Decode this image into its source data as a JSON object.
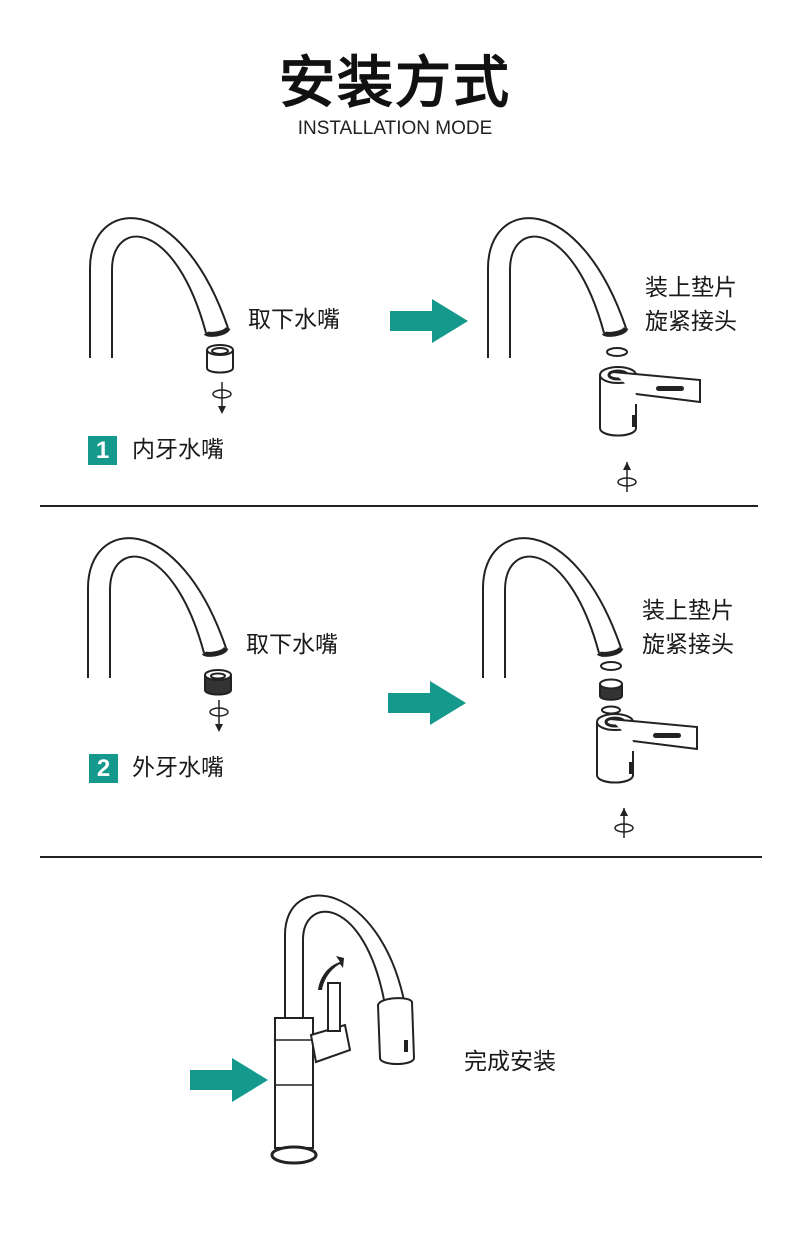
{
  "header": {
    "title": "安装方式",
    "subtitle": "INSTALLATION MODE"
  },
  "accent_color": "#14998c",
  "steps": [
    {
      "number": "1",
      "type_label": "内牙水嘴",
      "remove_label": "取下水嘴",
      "install_label_line1": "装上垫片",
      "install_label_line2": "旋紧接头"
    },
    {
      "number": "2",
      "type_label": "外牙水嘴",
      "remove_label": "取下水嘴",
      "install_label_line1": "装上垫片",
      "install_label_line2": "旋紧接头"
    }
  ],
  "final": {
    "label": "完成安装"
  }
}
